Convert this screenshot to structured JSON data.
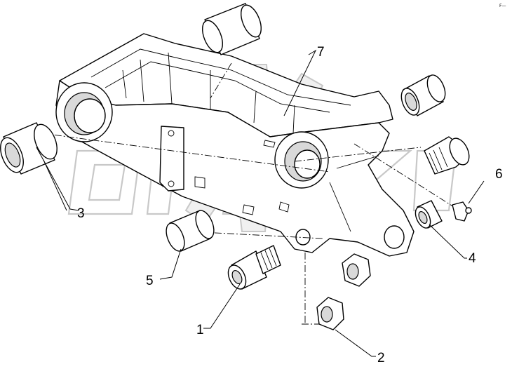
{
  "corner_mark": "F—",
  "callouts": [
    {
      "id": "1",
      "text": "1"
    },
    {
      "id": "2",
      "text": "2"
    },
    {
      "id": "3",
      "text": "3"
    },
    {
      "id": "4",
      "text": "4"
    },
    {
      "id": "5",
      "text": "5"
    },
    {
      "id": "6",
      "text": "6"
    },
    {
      "id": "7",
      "text": "7"
    }
  ],
  "watermark_text": "OPEX"
}
